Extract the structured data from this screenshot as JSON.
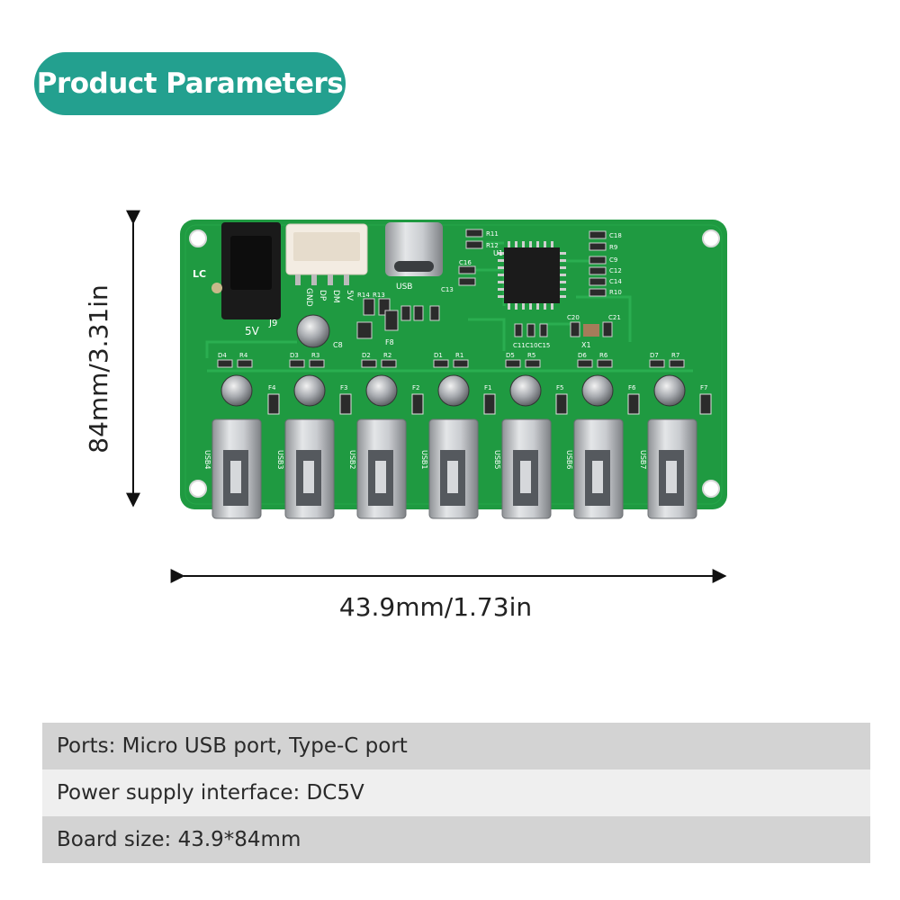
{
  "header": {
    "title": "Product Parameters"
  },
  "board": {
    "silkscreen": {
      "logo": "LC",
      "jack": "J9",
      "power": "5V",
      "usb": "USB",
      "pins": [
        "GND",
        "DP",
        "DM",
        "5V"
      ],
      "ports": [
        "USB4",
        "USB3",
        "USB2",
        "USB1",
        "USB5",
        "USB6",
        "USB7"
      ],
      "fuses": [
        "F4",
        "F3",
        "F2",
        "F1",
        "F5",
        "F6",
        "F7"
      ],
      "diodes": [
        "D4",
        "D3",
        "D2",
        "D1",
        "D5",
        "D6",
        "D7"
      ],
      "resistors": [
        "R4",
        "R3",
        "R2",
        "R1",
        "R5",
        "R6",
        "R7"
      ],
      "misc": [
        "C8",
        "F8",
        "U1",
        "X1",
        "C16",
        "C13",
        "R11",
        "R12",
        "C18",
        "R9",
        "C9",
        "C12",
        "C14",
        "R10",
        "C20",
        "C21",
        "C11C10C15",
        "R14",
        "R13"
      ]
    },
    "colors": {
      "pcb": "#1f9a41",
      "pcb_dark": "#178333",
      "badge": "#23a08f"
    }
  },
  "dimensions": {
    "width_label": "43.9mm/1.73in",
    "height_label": "84mm/3.31in"
  },
  "parameters": [
    {
      "text": "Ports: Micro USB port, Type-C port"
    },
    {
      "text": "Power supply interface: DC5V"
    },
    {
      "text": "Board size: 43.9*84mm"
    }
  ]
}
